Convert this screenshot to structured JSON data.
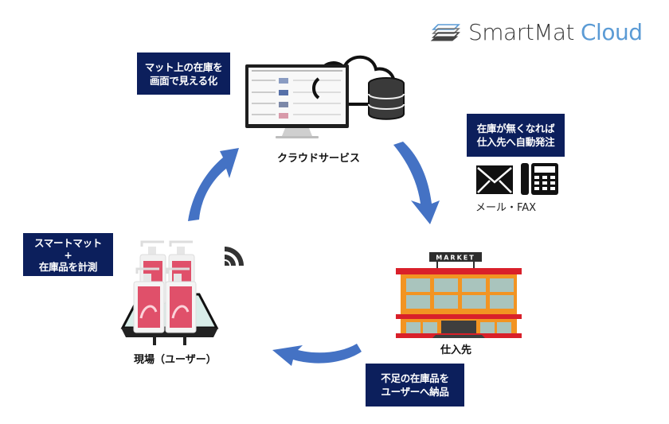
{
  "logo": {
    "brand_main": "SmartMat",
    "brand_accent": "Cloud",
    "icon": "stacked-mats-icon"
  },
  "nodes": {
    "cloud_service": {
      "label": "クラウドサービス",
      "icons": [
        "monitor-icon",
        "cloud-icon",
        "database-icon"
      ]
    },
    "supplier": {
      "label": "仕入先",
      "sign": "MARKET",
      "icons": [
        "market-building-icon"
      ]
    },
    "site": {
      "label": "現場（ユーザー）",
      "icons": [
        "smartmat-scale-icon",
        "sanitizer-bottle-icon",
        "wireless-signal-icon"
      ]
    }
  },
  "callouts": {
    "visualize": {
      "lines": [
        "マット上の在庫を",
        "画面で見える化"
      ]
    },
    "auto_order": {
      "lines": [
        "在庫が無くなれば",
        "仕入先へ自動発注"
      ]
    },
    "measure": {
      "lines": [
        "スマートマット",
        "+",
        "在庫品を計測"
      ]
    },
    "deliver": {
      "lines": [
        "不足の在庫品を",
        "ユーザーへ納品"
      ]
    }
  },
  "order_channels": {
    "label": "メール・FAX",
    "icons": [
      "mail-icon",
      "fax-icon"
    ]
  },
  "flow_arrows": [
    {
      "from": "site",
      "to": "cloud_service"
    },
    {
      "from": "cloud_service",
      "to": "supplier"
    },
    {
      "from": "supplier",
      "to": "site"
    }
  ],
  "colors": {
    "callout_bg": "#0c1f5c",
    "arrow": "#4472c4",
    "logo_accent": "#5b9bd5",
    "building_orange": "#f29422",
    "building_red": "#d9202a",
    "window": "#a9c4bd",
    "bottle_label": "#e0506a"
  }
}
